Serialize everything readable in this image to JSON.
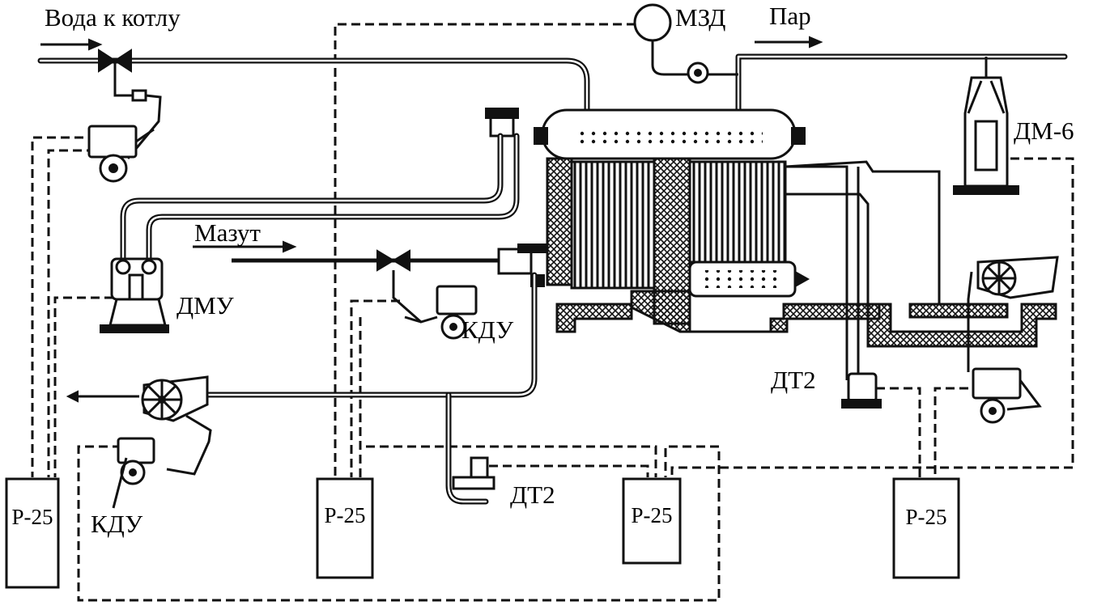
{
  "labels": {
    "water_to_boiler": "Вода к котлу",
    "steam": "Пар",
    "mzd": "МЗД",
    "dm6": "ДМ-6",
    "fuel_oil": "Мазут",
    "dmu": "ДМУ",
    "kdu_fuel": "КДУ",
    "kdu_fan": "КДУ",
    "dt2_lower": "ДТ2",
    "dt2_right": "ДТ2"
  },
  "regulators": [
    "Р-25",
    "Р-25",
    "Р-25",
    "Р-25"
  ]
}
